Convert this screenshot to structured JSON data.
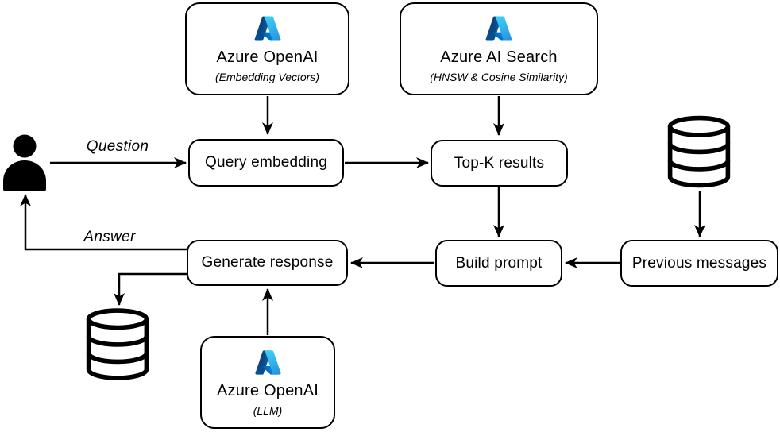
{
  "colors": {
    "stroke": "#000000",
    "background": "#ffffff",
    "azure_logo_dark_start": "#114a8b",
    "azure_logo_dark_end": "#0669bc",
    "azure_logo_mid": "#0078d4",
    "azure_logo_light_start": "#3ccbf4",
    "azure_logo_light_end": "#2892df"
  },
  "icons": {
    "user": "user-icon",
    "history_database": "database-cylinder-icon",
    "log_database": "database-cylinder-icon",
    "azure": "azure-logo-icon"
  },
  "nodes": {
    "azure_openai_embedding": {
      "title": "Azure OpenAI",
      "subtitle": "(Embedding Vectors)"
    },
    "azure_ai_search": {
      "title": "Azure AI Search",
      "subtitle": "(HNSW & Cosine Similarity)"
    },
    "query_embedding": {
      "label": "Query embedding"
    },
    "top_k_results": {
      "label": "Top-K results"
    },
    "previous_messages": {
      "label": "Previous messages"
    },
    "build_prompt": {
      "label": "Build prompt"
    },
    "generate_response": {
      "label": "Generate response"
    },
    "azure_openai_llm": {
      "title": "Azure OpenAI",
      "subtitle": "(LLM)"
    }
  },
  "edges": [
    {
      "from": "azure-openai-embedding",
      "to": "query-embedding"
    },
    {
      "from": "azure-ai-search",
      "to": "top-k-results"
    },
    {
      "from": "user",
      "to": "query-embedding",
      "label": "Question"
    },
    {
      "from": "query-embedding",
      "to": "top-k-results"
    },
    {
      "from": "top-k-results",
      "to": "build-prompt"
    },
    {
      "from": "history-database",
      "to": "previous-messages"
    },
    {
      "from": "previous-messages",
      "to": "build-prompt"
    },
    {
      "from": "build-prompt",
      "to": "generate-response"
    },
    {
      "from": "generate-response",
      "to": "user",
      "label": "Answer"
    },
    {
      "from": "generate-response",
      "to": "log-database"
    },
    {
      "from": "azure-openai-llm",
      "to": "generate-response"
    }
  ]
}
